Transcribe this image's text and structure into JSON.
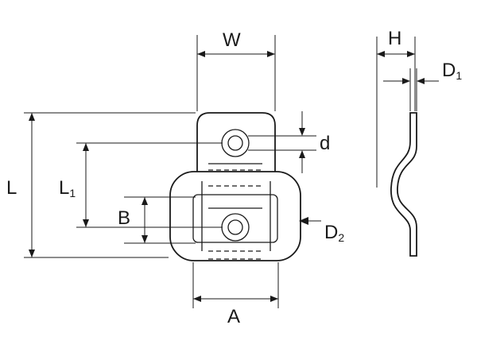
{
  "labels": {
    "W": "W",
    "H": "H",
    "D1_main": "D",
    "D1_sub": "1",
    "L": "L",
    "L1_main": "L",
    "L1_sub": "1",
    "d": "d",
    "B": "B",
    "D2_main": "D",
    "D2_sub": "2",
    "A": "A"
  }
}
